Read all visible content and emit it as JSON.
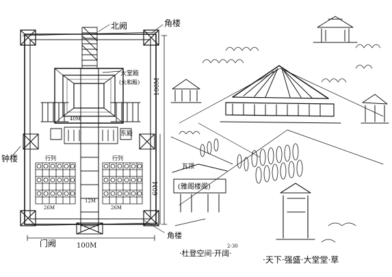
{
  "labels": {
    "north_gate": "北阙",
    "corner_tower_ne": "角楼",
    "corner_tower_sw": "角楼",
    "main_hall": "大堂殿",
    "main_hall_sub": "(火和殿)",
    "dim_100m_v": "100M",
    "dim_100m_h": "100M",
    "dim_60m": "60M",
    "dim_40m": "40M",
    "dim_12m": "12M",
    "dim_26m_a": "26M",
    "dim_26m_b": "26M",
    "hall_east": "东殿",
    "bell_tower": "钟楼",
    "west_array": "行列",
    "east_array": "行列",
    "south_gate": "门阙",
    "caption_left": "·杜登空间·开阔·",
    "caption_right": "·天下·强盛·大堂堂·草",
    "perspective_label": "(雅阁楼阁)",
    "perspective_top": "瓦顶",
    "note_small": "2-30"
  },
  "colors": {
    "ink": "#111111",
    "paper": "#ffffff"
  }
}
